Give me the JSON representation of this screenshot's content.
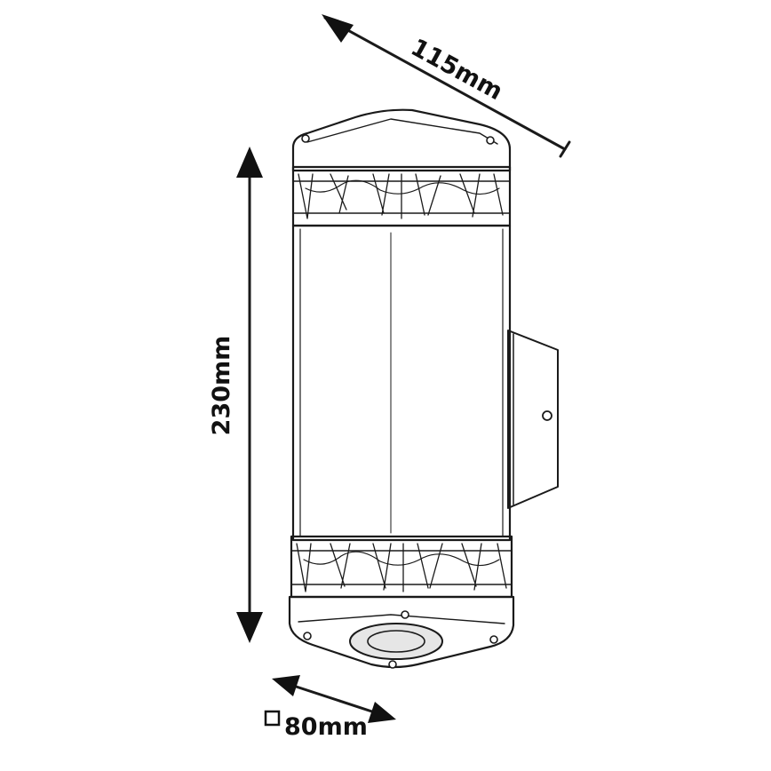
{
  "dimensions": {
    "width_label": "115mm",
    "height_label": "230mm",
    "base_label": "80mm",
    "base_symbol": "□"
  },
  "colors": {
    "line": "#1a1a1a",
    "body_fill": "#f2f2f2",
    "glass_fill": "#dedede",
    "background": "#ffffff"
  }
}
